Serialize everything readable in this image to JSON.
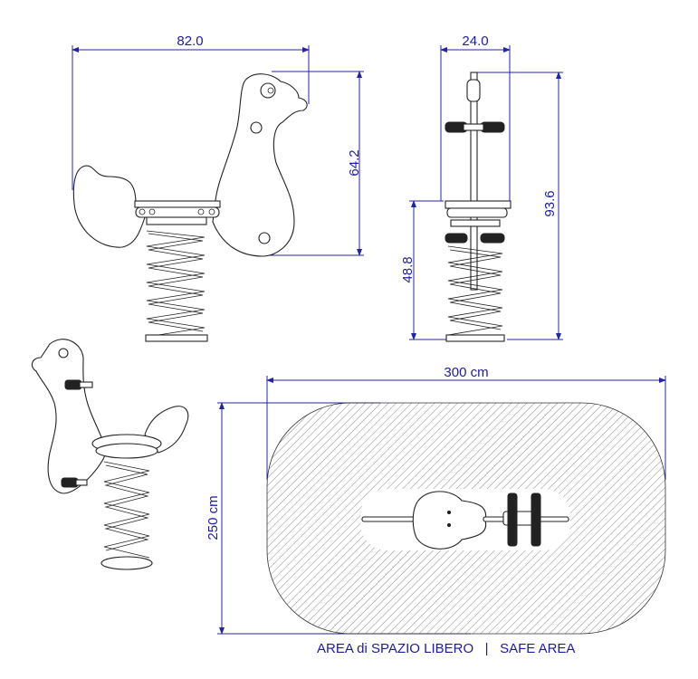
{
  "dimensions": {
    "side_width": "82.0",
    "side_height": "64.2",
    "front_width": "24.0",
    "front_total_height": "93.6",
    "front_seat_height": "48.8",
    "area_width": "300 cm",
    "area_height": "250 cm"
  },
  "caption": {
    "italian": "AREA di SPAZIO LIBERO",
    "separator": "|",
    "english": "SAFE AREA"
  },
  "colors": {
    "dimension": "#2323a8",
    "outline": "#222222"
  }
}
